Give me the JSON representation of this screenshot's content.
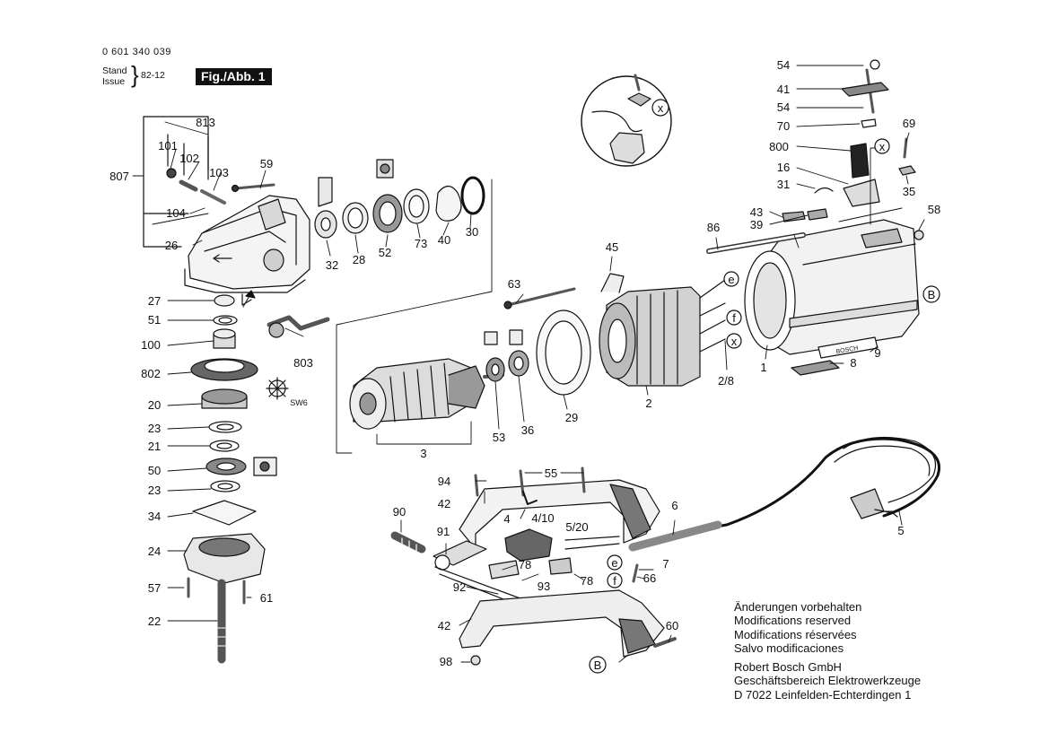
{
  "header": {
    "part_number": "0 601 340 039",
    "stand_label": "Stand",
    "issue_label": "Issue",
    "date": "82-12",
    "figure_label": "Fig./Abb. 1"
  },
  "notes": {
    "disclaimer": [
      "Änderungen vorbehalten",
      "Modifications reserved",
      "Modifications réservées",
      "Salvo modificaciones"
    ],
    "company": [
      "Robert Bosch GmbH",
      "Geschäftsbereich Elektrowerkzeuge",
      "D 7022 Leinfelden-Echterdingen 1"
    ]
  },
  "callouts": {
    "c813": "813",
    "c101": "101",
    "c102": "102",
    "c103": "103",
    "c807": "807",
    "c104": "104",
    "c26": "26",
    "c59": "59",
    "c32": "32",
    "c28": "28",
    "c52": "52",
    "c73": "73",
    "c40": "40",
    "c30": "30",
    "c27": "27",
    "c51": "51",
    "c100": "100",
    "c802": "802",
    "c20": "20",
    "c23a": "23",
    "c21": "21",
    "c50": "50",
    "c23b": "23",
    "c34": "34",
    "c24": "24",
    "c57": "57",
    "c61": "61",
    "c22": "22",
    "c803": "803",
    "csw6": "SW6",
    "c3": "3",
    "c53": "53",
    "c36": "36",
    "c29": "29",
    "c2": "2",
    "c63": "63",
    "c45": "45",
    "c86": "86",
    "c43": "43",
    "c39": "39",
    "c58": "58",
    "c1": "1",
    "c28b": "2/8",
    "c8": "8",
    "c9": "9",
    "c54a": "54",
    "c41": "41",
    "c54b": "54",
    "c70": "70",
    "c800": "800",
    "c16": "16",
    "c31": "31",
    "c69": "69",
    "c35": "35",
    "c94": "94",
    "c55": "55",
    "c42a": "42",
    "c4": "4",
    "c410": "4/10",
    "c520": "5/20",
    "c90": "90",
    "c91": "91",
    "c78a": "78",
    "c78b": "78",
    "c93": "93",
    "c92": "92",
    "c7": "7",
    "c66": "66",
    "c6": "6",
    "c5": "5",
    "c42b": "42",
    "c60": "60",
    "c98": "98"
  },
  "markers": {
    "e1": "e",
    "f1": "f",
    "x1": "x",
    "B1": "B",
    "e2": "e",
    "f2": "f",
    "B2": "B",
    "x_top": "x",
    "x_brush": "x"
  },
  "labels": {
    "nameplate": "BOSCH"
  }
}
